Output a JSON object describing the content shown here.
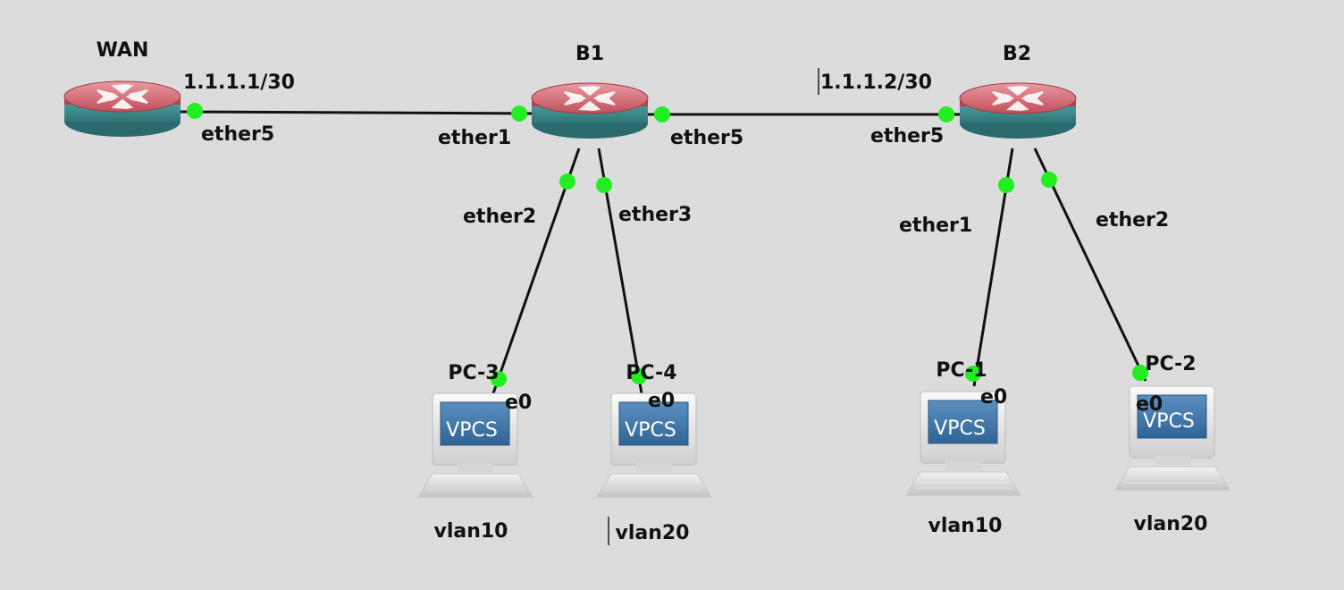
{
  "nodes": {
    "wan": {
      "name": "WAN",
      "ip": "1.1.1.1/30",
      "port": "ether5"
    },
    "b1": {
      "name": "B1",
      "ports": {
        "ether1": "ether1",
        "ether5": "ether5",
        "ether2": "ether2",
        "ether3": "ether3"
      }
    },
    "b2": {
      "name": "B2",
      "ip": "1.1.1.2/30",
      "ports": {
        "ether5": "ether5",
        "ether1": "ether1",
        "ether2": "ether2"
      }
    },
    "pc3": {
      "name": "PC-3",
      "port": "e0",
      "screen": "VPCS",
      "note": "vlan10"
    },
    "pc4": {
      "name": "PC-4",
      "port": "e0",
      "screen": "VPCS",
      "note": "vlan20"
    },
    "pc1": {
      "name": "PC-1",
      "port": "e0",
      "screen": "VPCS",
      "note": "vlan10"
    },
    "pc2": {
      "name": "PC-2",
      "port": "e0",
      "screen": "VPCS",
      "note": "vlan20"
    }
  },
  "colors": {
    "background": "#dcdcdc",
    "router_top": "#c8525f",
    "router_band": "#3d8a8c",
    "port_dot": "#22ee22",
    "link": "#111111",
    "vpcs_screen": "#3f78a8"
  }
}
